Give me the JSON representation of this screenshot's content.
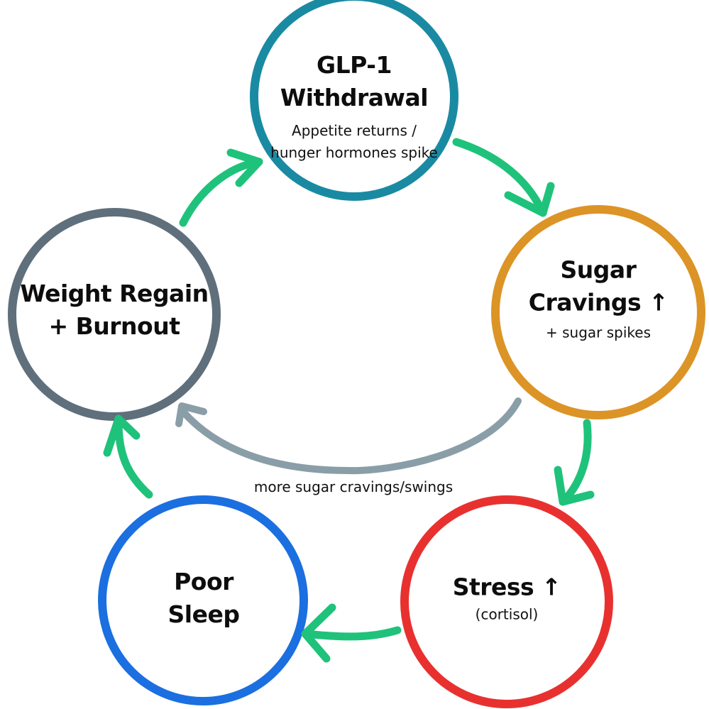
{
  "diagram": {
    "type": "cycle",
    "nodes": [
      {
        "id": "glp1",
        "title_lines": [
          "GLP-1",
          "Withdrawal"
        ],
        "subtitle_lines": [
          "Appetite returns /",
          "hunger hormones spike"
        ],
        "color": "#1a8aa3"
      },
      {
        "id": "sugar",
        "title_lines": [
          "Sugar",
          "Cravings ↑"
        ],
        "subtitle_lines": [
          "+ sugar spikes"
        ],
        "color": "#dc9426"
      },
      {
        "id": "stress",
        "title_lines": [
          "Stress ↑"
        ],
        "subtitle_lines": [
          "(cortisol)"
        ],
        "color": "#e8312f"
      },
      {
        "id": "sleep",
        "title_lines": [
          "Poor",
          "Sleep"
        ],
        "subtitle_lines": [],
        "color": "#1b6fe0"
      },
      {
        "id": "weight",
        "title_lines": [
          "Weight Regain",
          "+ Burnout"
        ],
        "subtitle_lines": [],
        "color": "#5f6f7b"
      }
    ],
    "edges": [
      {
        "from": "glp1",
        "to": "sugar",
        "color": "#1fc27a"
      },
      {
        "from": "sugar",
        "to": "stress",
        "color": "#1fc27a"
      },
      {
        "from": "stress",
        "to": "sleep",
        "color": "#1fc27a"
      },
      {
        "from": "sleep",
        "to": "weight",
        "color": "#1fc27a"
      },
      {
        "from": "weight",
        "to": "glp1",
        "color": "#1fc27a"
      },
      {
        "from": "sugar",
        "to": "weight",
        "color": "#8a9ea8",
        "label": "more sugar cravings/swings"
      }
    ]
  }
}
